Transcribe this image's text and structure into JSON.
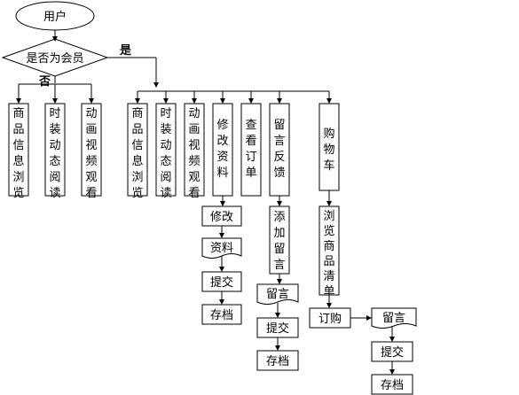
{
  "start": "用户",
  "decision": "是否为会员",
  "yes_label": "是",
  "no_label": "否",
  "guest_items": [
    "商品信息浏览",
    "时装动态阅读",
    "动画视频观看"
  ],
  "member_items": [
    "商品信息浏览",
    "时装动态阅读",
    "动画视频观看",
    "修改资料",
    "查看订单",
    "留言反馈",
    "购物车"
  ],
  "modify_flow": [
    "修改",
    "资料",
    "提交",
    "存档"
  ],
  "feedback_flow": [
    "添加留言",
    "留言",
    "提交",
    "存档"
  ],
  "cart_flow": [
    "浏览商品清单",
    "订购",
    "留言",
    "提交",
    "存档"
  ]
}
